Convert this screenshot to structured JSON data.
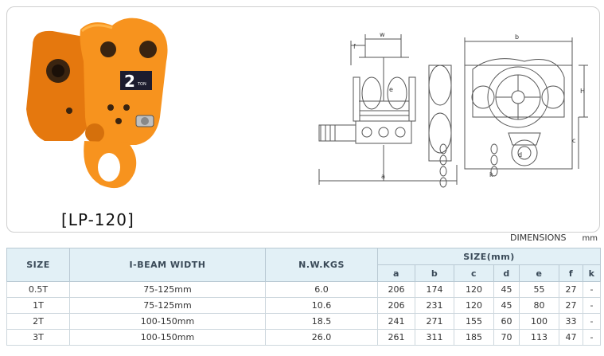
{
  "product": {
    "model_label": "[LP-120]",
    "plate_text": "2",
    "plate_unit": "TON"
  },
  "drawing_labels": {
    "w": "w",
    "f": "f",
    "e": "e",
    "a": "a",
    "b": "b",
    "h": "H",
    "c": "c",
    "d": "d",
    "k": "k"
  },
  "dimensions_caption": "DIMENSIONS",
  "dimensions_unit": "mm",
  "table": {
    "headers": {
      "size": "SIZE",
      "ibeam": "I-BEAM WIDTH",
      "nw": "N.W.KGS",
      "size_mm": "SIZE(mm)"
    },
    "sub_headers": [
      "a",
      "b",
      "c",
      "d",
      "e",
      "f",
      "k"
    ],
    "rows": [
      {
        "size": "0.5T",
        "ibeam": "75-125mm",
        "nw": "6.0",
        "dims": [
          "206",
          "174",
          "120",
          "45",
          "55",
          "27",
          "-"
        ]
      },
      {
        "size": "1T",
        "ibeam": "75-125mm",
        "nw": "10.6",
        "dims": [
          "206",
          "231",
          "120",
          "45",
          "80",
          "27",
          "-"
        ]
      },
      {
        "size": "2T",
        "ibeam": "100-150mm",
        "nw": "18.5",
        "dims": [
          "241",
          "271",
          "155",
          "60",
          "100",
          "33",
          "-"
        ]
      },
      {
        "size": "3T",
        "ibeam": "100-150mm",
        "nw": "26.0",
        "dims": [
          "261",
          "311",
          "185",
          "70",
          "113",
          "47",
          "-"
        ]
      }
    ]
  },
  "colors": {
    "product_orange": "#f7931e",
    "header_bg": "#e2f0f6"
  }
}
